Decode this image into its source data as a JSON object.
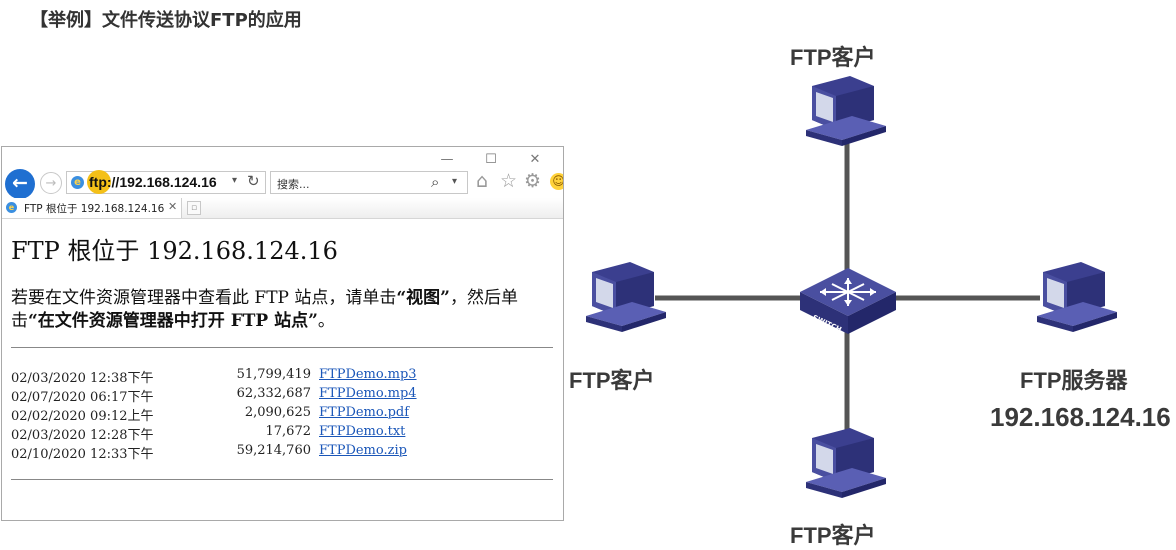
{
  "slide_title": "【举例】文件传送协议FTP的应用",
  "browser": {
    "window_controls": {
      "minimize": "—",
      "maximize": "☐",
      "close": "✕"
    },
    "url_scheme": "ftp:",
    "url_rest": "//192.168.124.16",
    "search_placeholder": "搜索...",
    "tab_title": "FTP 根位于 192.168.124.16",
    "tab_close": "✕",
    "page_heading": "FTP 根位于 192.168.124.16",
    "instruction_part1": "若要在文件资源管理器中查看此 FTP 站点，请单击",
    "instruction_link1": "“视图”",
    "instruction_part2": "，然后单击",
    "instruction_link2": "“在文件资源管理器中打开 FTP 站点”",
    "instruction_part3": "。",
    "files": [
      {
        "date": "02/03/2020 12:38下午",
        "size": "51,799,419",
        "name": "FTPDemo.mp3"
      },
      {
        "date": "02/07/2020 06:17下午",
        "size": "62,332,687",
        "name": "FTPDemo.mp4"
      },
      {
        "date": "02/02/2020 09:12上午",
        "size": "2,090,625",
        "name": "FTPDemo.pdf"
      },
      {
        "date": "02/03/2020 12:28下午",
        "size": "17,672",
        "name": "FTPDemo.txt"
      },
      {
        "date": "02/10/2020 12:33下午",
        "size": "59,214,760",
        "name": "FTPDemo.zip"
      }
    ]
  },
  "diagram": {
    "client_top_label": "FTP客户",
    "client_left_label": "FTP客户",
    "client_bottom_label": "FTP客户",
    "server_label": "FTP服务器",
    "server_ip": "192.168.124.16",
    "switch_label": "SWITCH"
  },
  "colors": {
    "computer_body": "#3b3f8f",
    "computer_light": "#5a5fb4",
    "screen": "#cdd3e6",
    "link_line": "#555555",
    "switch_top": "#4a4fa0",
    "browser_accent": "#1f6fd1",
    "link_text": "#1a56b8"
  }
}
